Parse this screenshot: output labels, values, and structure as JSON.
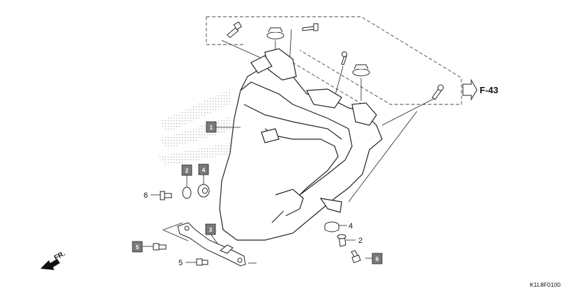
{
  "diagram": {
    "reference_label": "F-43",
    "direction_label": "FR.",
    "drawing_code": "K1L8F0100",
    "boxed_callouts": [
      "1",
      "2",
      "4",
      "3",
      "5",
      "6"
    ],
    "plain_callouts": [
      "6",
      "4",
      "2",
      "5"
    ]
  },
  "colors": {
    "line": "#222222",
    "dashed": "#444444",
    "badge_fill": "#7a7a7a",
    "dots": "#9a9a9a"
  }
}
